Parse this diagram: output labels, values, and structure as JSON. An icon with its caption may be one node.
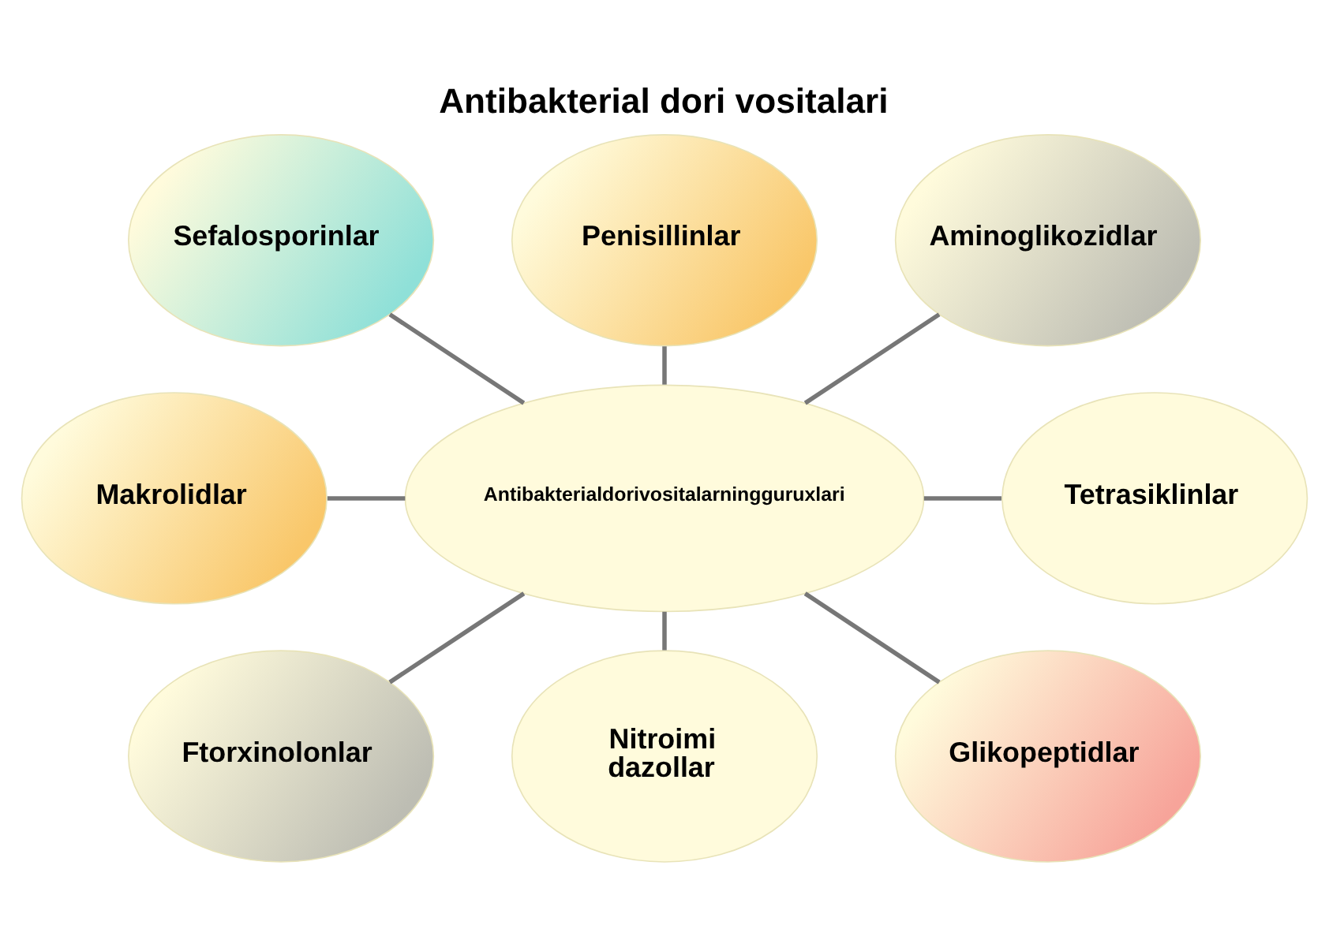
{
  "diagram": {
    "title": "Antibakterial dori vositalari",
    "nodes": [
      {
        "text": [
          "Antibakterialdorivositalarningguruxlari"
        ]
      },
      {
        "text": [
          "Penisillinlar"
        ]
      },
      {
        "text": [
          "Aminoglikozidlar"
        ]
      },
      {
        "text": [
          "Tetrasiklinlar"
        ]
      },
      {
        "text": [
          "Glikopeptidlar"
        ]
      },
      {
        "text": [
          "Nitroimi dazollar"
        ]
      },
      {
        "text": [
          "Ftorxinolonlar"
        ]
      },
      {
        "text": [
          "Makrolidlar"
        ]
      },
      {
        "text": [
          "Sefalosporinlar"
        ]
      }
    ],
    "edges": [
      {
        "from": 0,
        "to": 1,
        "arrow": "none"
      },
      {
        "from": 0,
        "to": 2,
        "arrow": "none"
      },
      {
        "from": 0,
        "to": 3,
        "arrow": "none"
      },
      {
        "from": 0,
        "to": 4,
        "arrow": "none"
      },
      {
        "from": 0,
        "to": 5,
        "arrow": "none"
      },
      {
        "from": 0,
        "to": 6,
        "arrow": "none"
      },
      {
        "from": 0,
        "to": 7,
        "arrow": "none"
      },
      {
        "from": 0,
        "to": 8,
        "arrow": "none"
      }
    ]
  }
}
